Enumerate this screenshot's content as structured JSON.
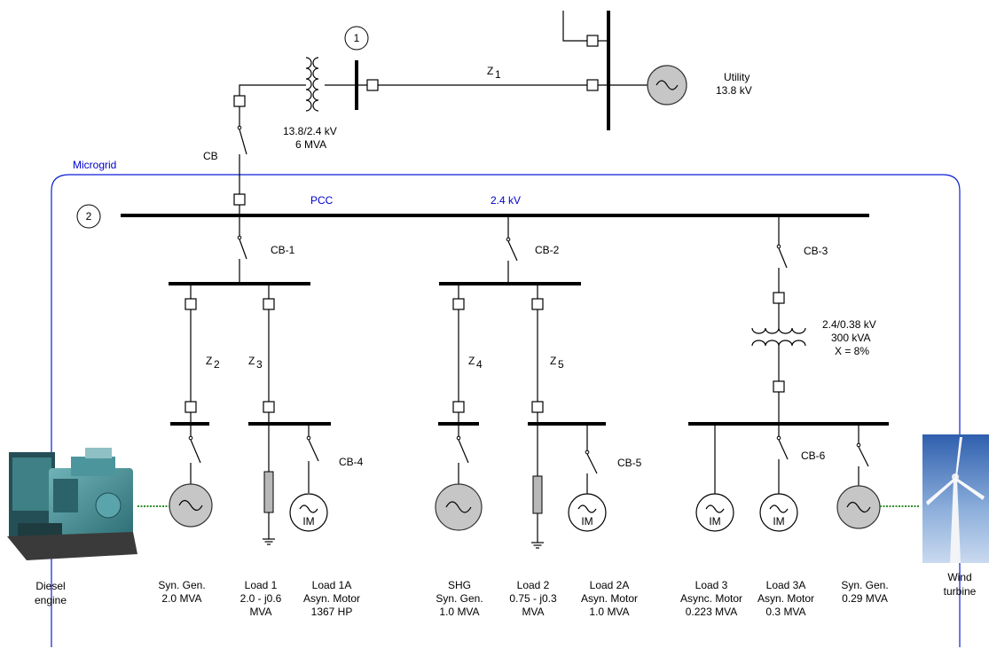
{
  "labels": {
    "marker_1": "1",
    "marker_2": "2",
    "microgrid": "Microgrid",
    "pcc": "PCC",
    "bus_voltage": "2.4 kV",
    "z1": "Z",
    "z1_sub": "1",
    "utility_name": "Utility",
    "utility_voltage": "13.8 kV",
    "tx1_ratio": "13.8/2.4 kV",
    "tx1_rating": "6 MVA",
    "cb": "CB",
    "cb1": "CB-1",
    "cb2": "CB-2",
    "cb3": "CB-3",
    "cb4": "CB-4",
    "cb5": "CB-5",
    "cb6": "CB-6",
    "z2": "Z",
    "z2_sub": "2",
    "z3": "Z",
    "z3_sub": "3",
    "z4": "Z",
    "z4_sub": "4",
    "z5": "Z",
    "z5_sub": "5",
    "tx2_ratio": "2.4/0.38 kV",
    "tx2_rating": "300 kVA",
    "tx2_x": "X = 8%",
    "im": "IM",
    "diesel_line1": "Diesel",
    "diesel_line2": "engine",
    "wind_line1": "Wind",
    "wind_line2": "turbine"
  },
  "captions": [
    {
      "id": "syn-gen-1",
      "lines": [
        "Syn. Gen.",
        "2.0 MVA"
      ]
    },
    {
      "id": "load-1",
      "lines": [
        "Load 1",
        "2.0 - j0.6",
        "MVA"
      ]
    },
    {
      "id": "load-1a",
      "lines": [
        "Load 1A",
        "Asyn. Motor",
        "1367 HP"
      ]
    },
    {
      "id": "shg",
      "lines": [
        "SHG",
        "Syn. Gen.",
        "1.0 MVA"
      ]
    },
    {
      "id": "load-2",
      "lines": [
        "Load 2",
        "0.75 - j0.3",
        "MVA"
      ]
    },
    {
      "id": "load-2a",
      "lines": [
        "Load 2A",
        "Asyn. Motor",
        "1.0 MVA"
      ]
    },
    {
      "id": "load-3",
      "lines": [
        "Load 3",
        "Async. Motor",
        "0.223 MVA"
      ]
    },
    {
      "id": "load-3a",
      "lines": [
        "Load 3A",
        "Asyn. Motor",
        "0.3 MVA"
      ]
    },
    {
      "id": "syn-gen-2",
      "lines": [
        "Syn. Gen.",
        "0.29 MVA"
      ]
    }
  ],
  "colors": {
    "microgrid_border": "#0a1fd6",
    "label_blue": "#0000cc",
    "generator_fill": "#c6c6c6",
    "load_fill": "#b8b8b8",
    "coupling_green": "#2e8b2e"
  }
}
